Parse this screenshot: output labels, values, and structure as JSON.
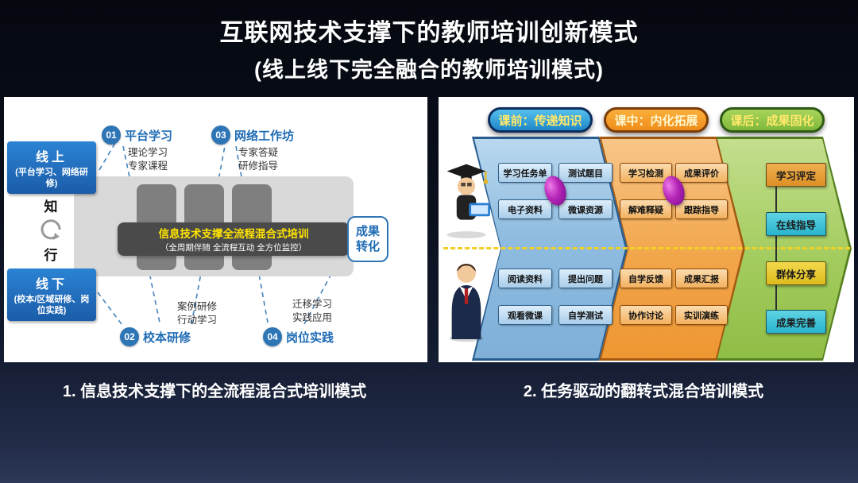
{
  "slide": {
    "title_line1": "互联网技术支撑下的教师培训创新模式",
    "title_line2": "(线上线下完全融合的教师培训模式)",
    "caption_left": "1. 信息技术支撑下的全流程混合式培训模式",
    "caption_right": "2. 任务驱动的翻转式混合培训模式"
  },
  "left_diagram": {
    "online": {
      "label": "线上",
      "sub": "(平台学习、网络研修)"
    },
    "offline": {
      "label": "线下",
      "sub": "(校本/区域研修、岗位实践)"
    },
    "cycle": {
      "top": "知",
      "bottom": "行"
    },
    "banner": {
      "title": "信息技术支撑全流程混合式培训",
      "sub": "（全周期伴随 全流程互动 全方位监控）"
    },
    "result": {
      "line1": "成果",
      "line2": "转化"
    },
    "steps": [
      {
        "num": "01",
        "title": "平台学习",
        "desc1": "理论学习",
        "desc2": "专家课程"
      },
      {
        "num": "03",
        "title": "网络工作坊",
        "desc1": "专家答疑",
        "desc2": "研修指导"
      },
      {
        "num": "02",
        "title": "校本研修",
        "desc1": "案例研修",
        "desc2": "行动学习"
      },
      {
        "num": "04",
        "title": "岗位实践",
        "desc1": "迁移学习",
        "desc2": "实践应用"
      }
    ]
  },
  "right_diagram": {
    "phase_headers": [
      "课前：传递知识",
      "课中：内化拓展",
      "课后：成果固化"
    ],
    "pre_class": {
      "teacher_items": [
        "学习任务单",
        "测试题目",
        "电子资料",
        "微课资源"
      ],
      "student_items": [
        "阅读资料",
        "提出问题",
        "观看微课",
        "自学测试"
      ]
    },
    "in_class": {
      "teacher_items": [
        "学习检测",
        "成果评价",
        "解难释疑",
        "跟踪指导"
      ],
      "student_items": [
        "自学反馈",
        "成果汇报",
        "协作讨论",
        "实训演练"
      ]
    },
    "after_class": {
      "items": [
        "学习评定",
        "在线指导",
        "群体分享",
        "成果完善"
      ]
    },
    "colors": {
      "pre_class": "#1d86c8",
      "in_class": "#ef8c1a",
      "after_class": "#7fb83a",
      "connector_oval": "#b525b5",
      "divider_dash": "#f2d024"
    }
  }
}
